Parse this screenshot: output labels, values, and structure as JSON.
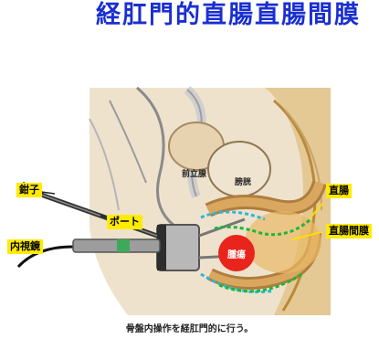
{
  "title": "経肛門的直腸直腸間膜",
  "labels": {
    "forceps": "鉗子",
    "endoscope": "内視鏡",
    "port": "ポート",
    "prostate": "前立腺",
    "bladder": "膀胱",
    "rectum": "直腸",
    "mesorectum": "直腸間膜",
    "tumor": "腫瘍"
  },
  "caption": "骨盤内操作を経肛門的に行う。",
  "colors": {
    "title": "#1a2fd0",
    "tag_bg": "#ffeb00",
    "tumor": "#e8241c",
    "flow_green": "#18b83a",
    "flow_cyan": "#2ab8d8"
  }
}
